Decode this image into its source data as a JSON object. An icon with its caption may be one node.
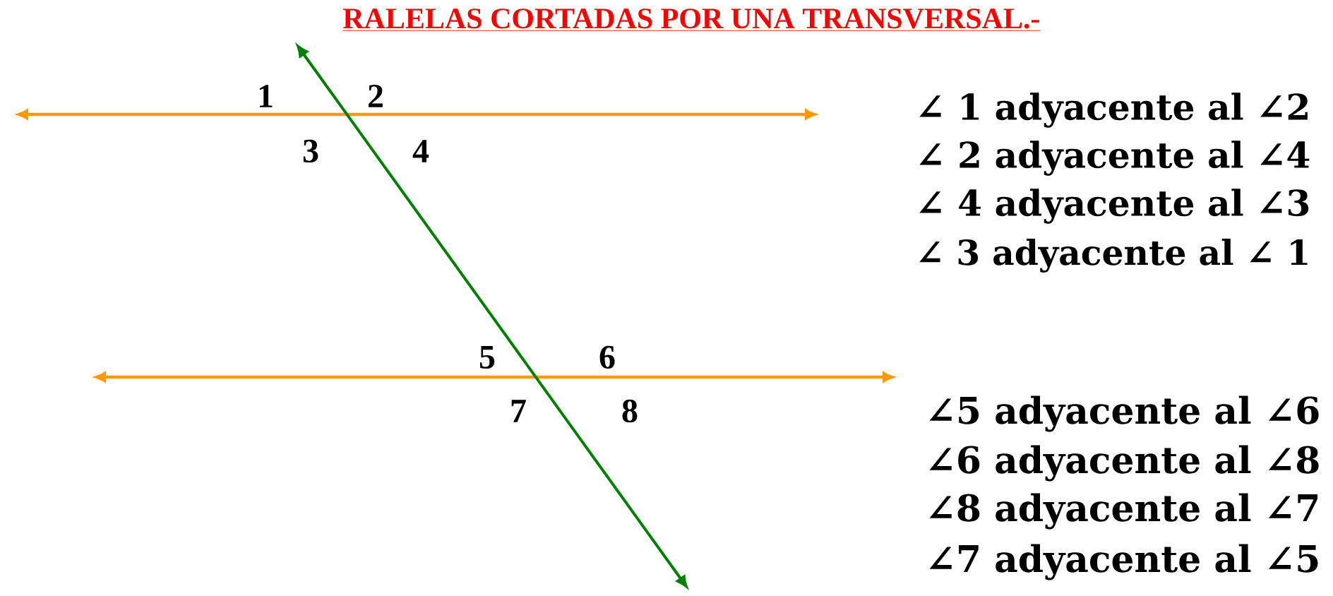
{
  "diagram": {
    "title": "RALELAS CORTADAS POR UNA TRANSVERSAL.-",
    "labels": [
      "1",
      "2",
      "3",
      "4",
      "5",
      "6",
      "7",
      "8",
      "∠ 1 adyacente al ∠2",
      "∠ 2 adyacente al ∠4",
      "∠ 4 adyacente al ∠3",
      "∠ 3 adyacente al ∠ 1",
      "∠5 adyacente al ∠6",
      "∠6 adyacente al ∠8",
      "∠8 adyacente al ∠7",
      "∠7 adyacente al ∠5"
    ]
  }
}
